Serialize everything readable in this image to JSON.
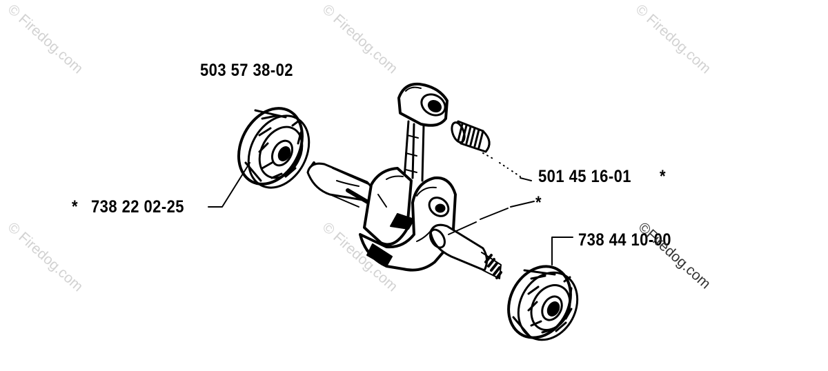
{
  "watermark": "© Firedog.com",
  "watermark_overlay": "©Firedog.com",
  "parts": {
    "crankshaft": "503 57 38-02",
    "needle_bearing": "501 45 16-01",
    "needle_bearing_mark": "*",
    "washer_mark": "*",
    "left_bearing_mark": "*",
    "left_bearing": "738 22 02-25",
    "right_bearing": "738 44 10-00"
  },
  "colors": {
    "ink": "#000000",
    "watermark": "#d2d2d2"
  }
}
